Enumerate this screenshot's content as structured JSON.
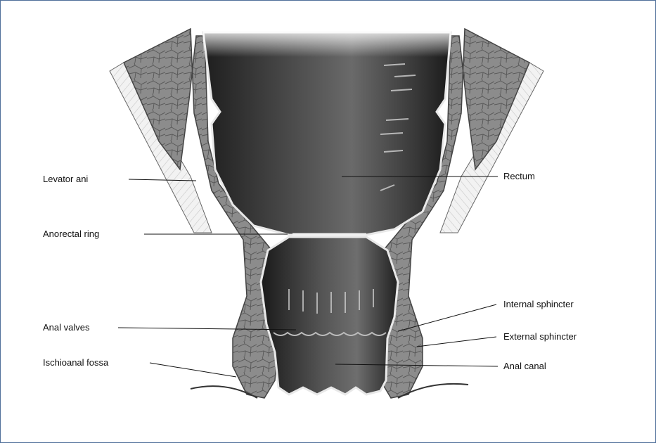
{
  "colors": {
    "frame_border": "#4f6f9a",
    "background": "#ffffff",
    "muscle": "#8a8a8a",
    "rectum_dark": "#2b2b2b",
    "label_text": "#111111"
  },
  "labels": {
    "levator_ani": "Levator ani",
    "anorectal_ring": "Anorectal ring",
    "anal_valves": "Anal valves",
    "ischioanal_fossa": "Ischioanal fossa",
    "rectum": "Rectum",
    "internal_sphincter": "Internal sphincter",
    "external_sphincter": "External sphincter",
    "anal_canal": "Anal canal"
  }
}
